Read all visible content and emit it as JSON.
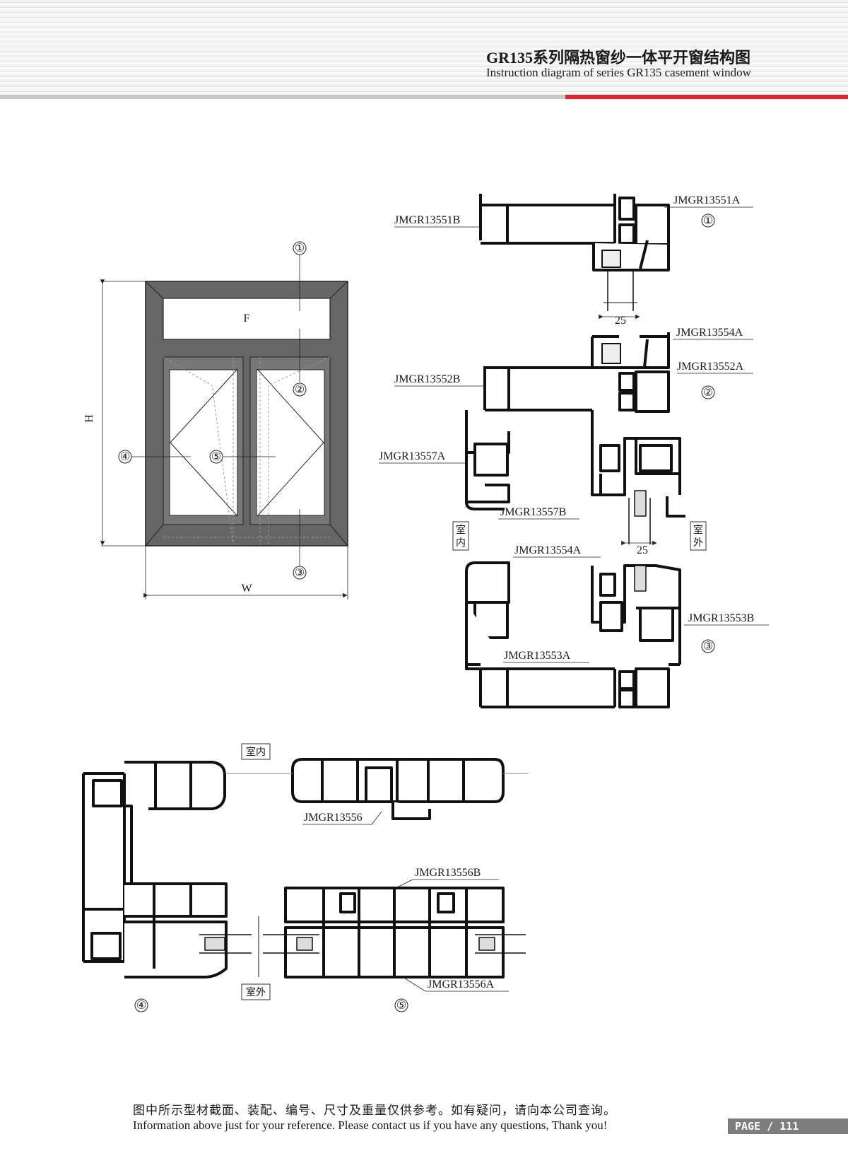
{
  "header": {
    "title_cn": "GR135系列隔热窗纱一体平开窗结构图",
    "title_en": "Instruction diagram of series GR135 casement window",
    "accent_color": "#e8202a"
  },
  "elevation": {
    "fixed_label": "F",
    "height_label": "H",
    "width_label": "W",
    "markers": [
      "①",
      "②",
      "③",
      "④",
      "⑤"
    ]
  },
  "sections": {
    "indoor_label": "室内",
    "outdoor_label": "室外",
    "indoor_vertical": [
      "室",
      "内"
    ],
    "outdoor_vertical": [
      "室",
      "外"
    ],
    "dim_25": "25",
    "parts": {
      "p13551A": "JMGR13551A",
      "p13551B": "JMGR13551B",
      "p13554A": "JMGR13554A",
      "p13552A": "JMGR13552A",
      "p13552B": "JMGR13552B",
      "p13557A": "JMGR13557A",
      "p13557B": "JMGR13557B",
      "p13553B": "JMGR13553B",
      "p13553A": "JMGR13553A",
      "p13556": "JMGR13556",
      "p13556B": "JMGR13556B",
      "p13556A": "JMGR13556A"
    }
  },
  "footer": {
    "note_cn": "图中所示型材截面、装配、编号、尺寸及重量仅供参考。如有疑问，请向本公司查询。",
    "note_en": "Information above just for your reference. Please contact us if you have any questions, Thank you!",
    "page": "PAGE / 111"
  }
}
